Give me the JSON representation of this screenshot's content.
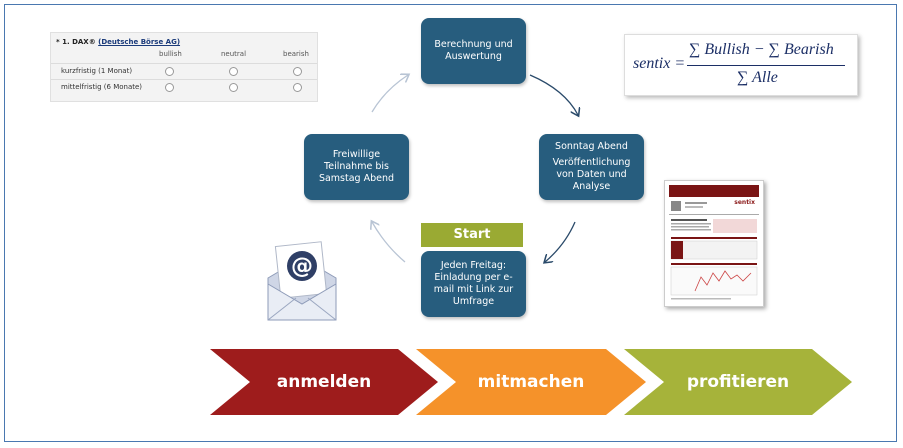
{
  "survey": {
    "title_prefix": "* 1. DAX®",
    "title_link": "(Deutsche Börse AG)",
    "columns": [
      "bullish",
      "neutral",
      "bearish"
    ],
    "rows": [
      "kurzfristig (1 Monat)",
      "mittelfristig (6 Monate)"
    ]
  },
  "formula": {
    "lhs": "sentix =",
    "numerator": "∑ Bullish − ∑ Bearish",
    "denominator": "∑ Alle"
  },
  "cycle": {
    "top": "Berechnung und Auswertung",
    "right_line1": "Sonntag Abend",
    "right_line2": "Veröffentlichung von Daten und Analyse",
    "bottom": "Jeden Freitag: Einladung per e-mail mit Link zur Umfrage",
    "left": "Freiwillige Teilnahme bis Samstag Abend",
    "start_label": "Start"
  },
  "report": {
    "logo": "sentix"
  },
  "email_icon": "email-at-envelope-icon",
  "steps": [
    {
      "label": "anmelden",
      "color": "#9e1c1c"
    },
    {
      "label": "mitmachen",
      "color": "#f5922a"
    },
    {
      "label": "profitieren",
      "color": "#a6b33a"
    }
  ]
}
